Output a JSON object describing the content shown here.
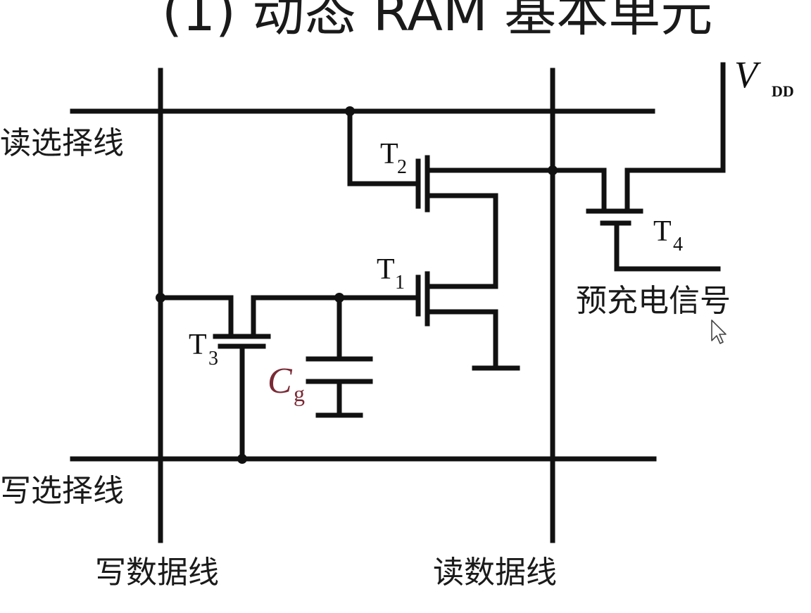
{
  "title": "(1) 动态 RAM 基本单元",
  "lines": {
    "read_select": "读选择线",
    "write_select": "写选择线",
    "write_data": "写数据线",
    "read_data": "读数据线",
    "precharge": "预充电信号"
  },
  "transistors": {
    "t1": {
      "main": "T",
      "sub": "1"
    },
    "t2": {
      "main": "T",
      "sub": "2"
    },
    "t3": {
      "main": "T",
      "sub": "3"
    },
    "t4": {
      "main": "T",
      "sub": "4"
    }
  },
  "supply": {
    "main": "V",
    "sub": "DD"
  },
  "capacitor": {
    "main": "C",
    "sub": "g"
  },
  "icons": {
    "cursor": "mouse-pointer-icon"
  }
}
